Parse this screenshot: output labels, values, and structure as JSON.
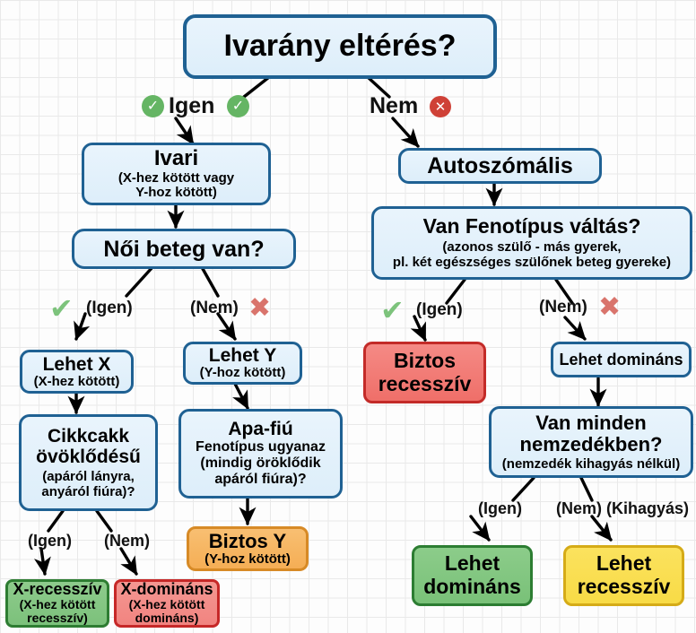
{
  "diagram": {
    "title": "Ivarány eltérés?",
    "language": "hu",
    "colors": {
      "blue_fill": "#e3f0fb",
      "blue_border": "#1f6193",
      "red_fill": "#f4817b",
      "red_border": "#c32b28",
      "orange_fill": "#f6b45f",
      "orange_border": "#d78a26",
      "green_fill": "#81c580",
      "green_border": "#2c7d32",
      "yellow_fill": "#f9dd4e",
      "yellow_border": "#d5ab17",
      "check_green": "#65b564",
      "cross_red": "#cf4137",
      "grid_line": "#e9e9e9",
      "background": "#fdfdfd"
    }
  },
  "nodes": {
    "root": {
      "title": "Ivarány eltérés?",
      "sub": ""
    },
    "ivari": {
      "title": "Ivari",
      "sub": "(X-hez kötött vagy\nY-hoz kötött)"
    },
    "noi_beteg": {
      "title": "Női beteg van?",
      "sub": ""
    },
    "lehet_x": {
      "title": "Lehet X",
      "sub": "(X-hez kötött)"
    },
    "lehet_y": {
      "title": "Lehet Y",
      "sub": "(Y-hoz kötött)"
    },
    "cikkcakk": {
      "title": "Cikkcakk\növöklődésű",
      "sub": "(apáról lányra,\nanyáról fiúra)?"
    },
    "apa_fiu": {
      "title": "Apa-fiú",
      "sub": "Fenotípus ugyanaz\n(mindig öröklődik\napáról fiúra)?"
    },
    "x_recessziv": {
      "title": "X-recesszív",
      "sub": "(X-hez kötött\nrecesszív)"
    },
    "x_dominans": {
      "title": "X-domináns",
      "sub": "(X-hez kötött\ndomináns)"
    },
    "biztos_y": {
      "title": "Biztos Y",
      "sub": "(Y-hoz kötött)"
    },
    "autoszomalis": {
      "title": "Autoszómális",
      "sub": ""
    },
    "fenotipus_valtas": {
      "title": "Van Fenotípus váltás?",
      "sub": "(azonos szülő - más gyerek,\npl. két egészséges szülőnek beteg gyereke)"
    },
    "biztos_recessziv": {
      "title": "Biztos\nrecesszív",
      "sub": ""
    },
    "lehet_dominans_small": {
      "title": "Lehet domináns",
      "sub": ""
    },
    "van_minden_nemzedekben": {
      "title": "Van minden\nnemzedékben?",
      "sub": "(nemzedék kihagyás nélkül)"
    },
    "lehet_dominans": {
      "title": "Lehet\ndomináns",
      "sub": ""
    },
    "lehet_recessziv": {
      "title": "Lehet\nrecesszív",
      "sub": ""
    }
  },
  "edge_labels": {
    "root_yes": "Igen",
    "root_no": "Nem",
    "noi_yes": "(Igen)",
    "noi_no": "(Nem)",
    "cikkcakk_yes": "(Igen)",
    "cikkcakk_no": "(Nem)",
    "feno_yes": "(Igen)",
    "feno_no": "(Nem)",
    "nemzedek_yes": "(Igen)",
    "nemzedek_no": "(Nem)",
    "nemzedek_skip": "(Kihagyás)"
  },
  "marks": {
    "check_glyph": "✔",
    "cross_glyph": "✖",
    "circle_check_glyph": "✓",
    "circle_cross_glyph": "✕"
  }
}
